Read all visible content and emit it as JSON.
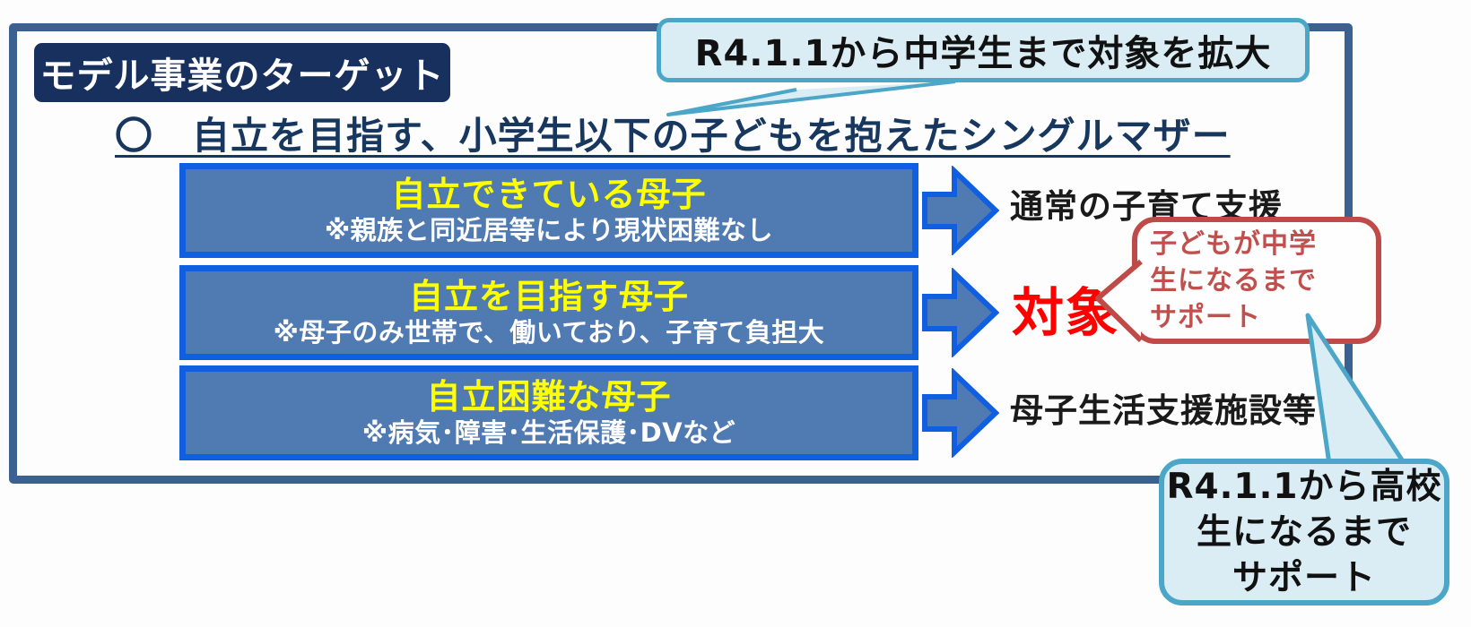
{
  "slide": {
    "title": "モデル事業のターゲット",
    "heading": "〇　自立を目指す、小学生以下の子どもを抱えたシングルマザー"
  },
  "callout_top": {
    "label": "R4.1.1から中学生まで対象を拡大"
  },
  "rows": [
    {
      "title": "自立できている母子",
      "subtitle": "※親族と同近居等により現状困難なし",
      "outcome": "通常の子育て支援"
    },
    {
      "title": "自立を目指す母子",
      "subtitle": "※母子のみ世帯で、働いており、子育て負担大",
      "outcome": "対象"
    },
    {
      "title": "自立困難な母子",
      "subtitle": "※病気･障害･生活保護･DVなど",
      "outcome": "母子生活支援施設等"
    }
  ],
  "callout_target": {
    "lines": [
      "子どもが中学",
      "生になるまで",
      "サポート"
    ]
  },
  "callout_bottom": {
    "lines": [
      "R4.1.1から高校",
      "生になるまで",
      "サポート"
    ]
  },
  "colors": {
    "panel_border": "#3a6191",
    "title_bg": "#17305e",
    "heading_text": "#17375e",
    "box_fill": "#507ab2",
    "box_border": "#0f5fe0",
    "box_title_text": "#ffff00",
    "box_subtitle_text": "#ffffff",
    "target_text": "#ff0000",
    "red_callout_border": "#be4b48",
    "red_callout_text": "#c0504d",
    "sky_callout_fill": "#daedf4",
    "sky_callout_border": "#4ba6c7"
  }
}
